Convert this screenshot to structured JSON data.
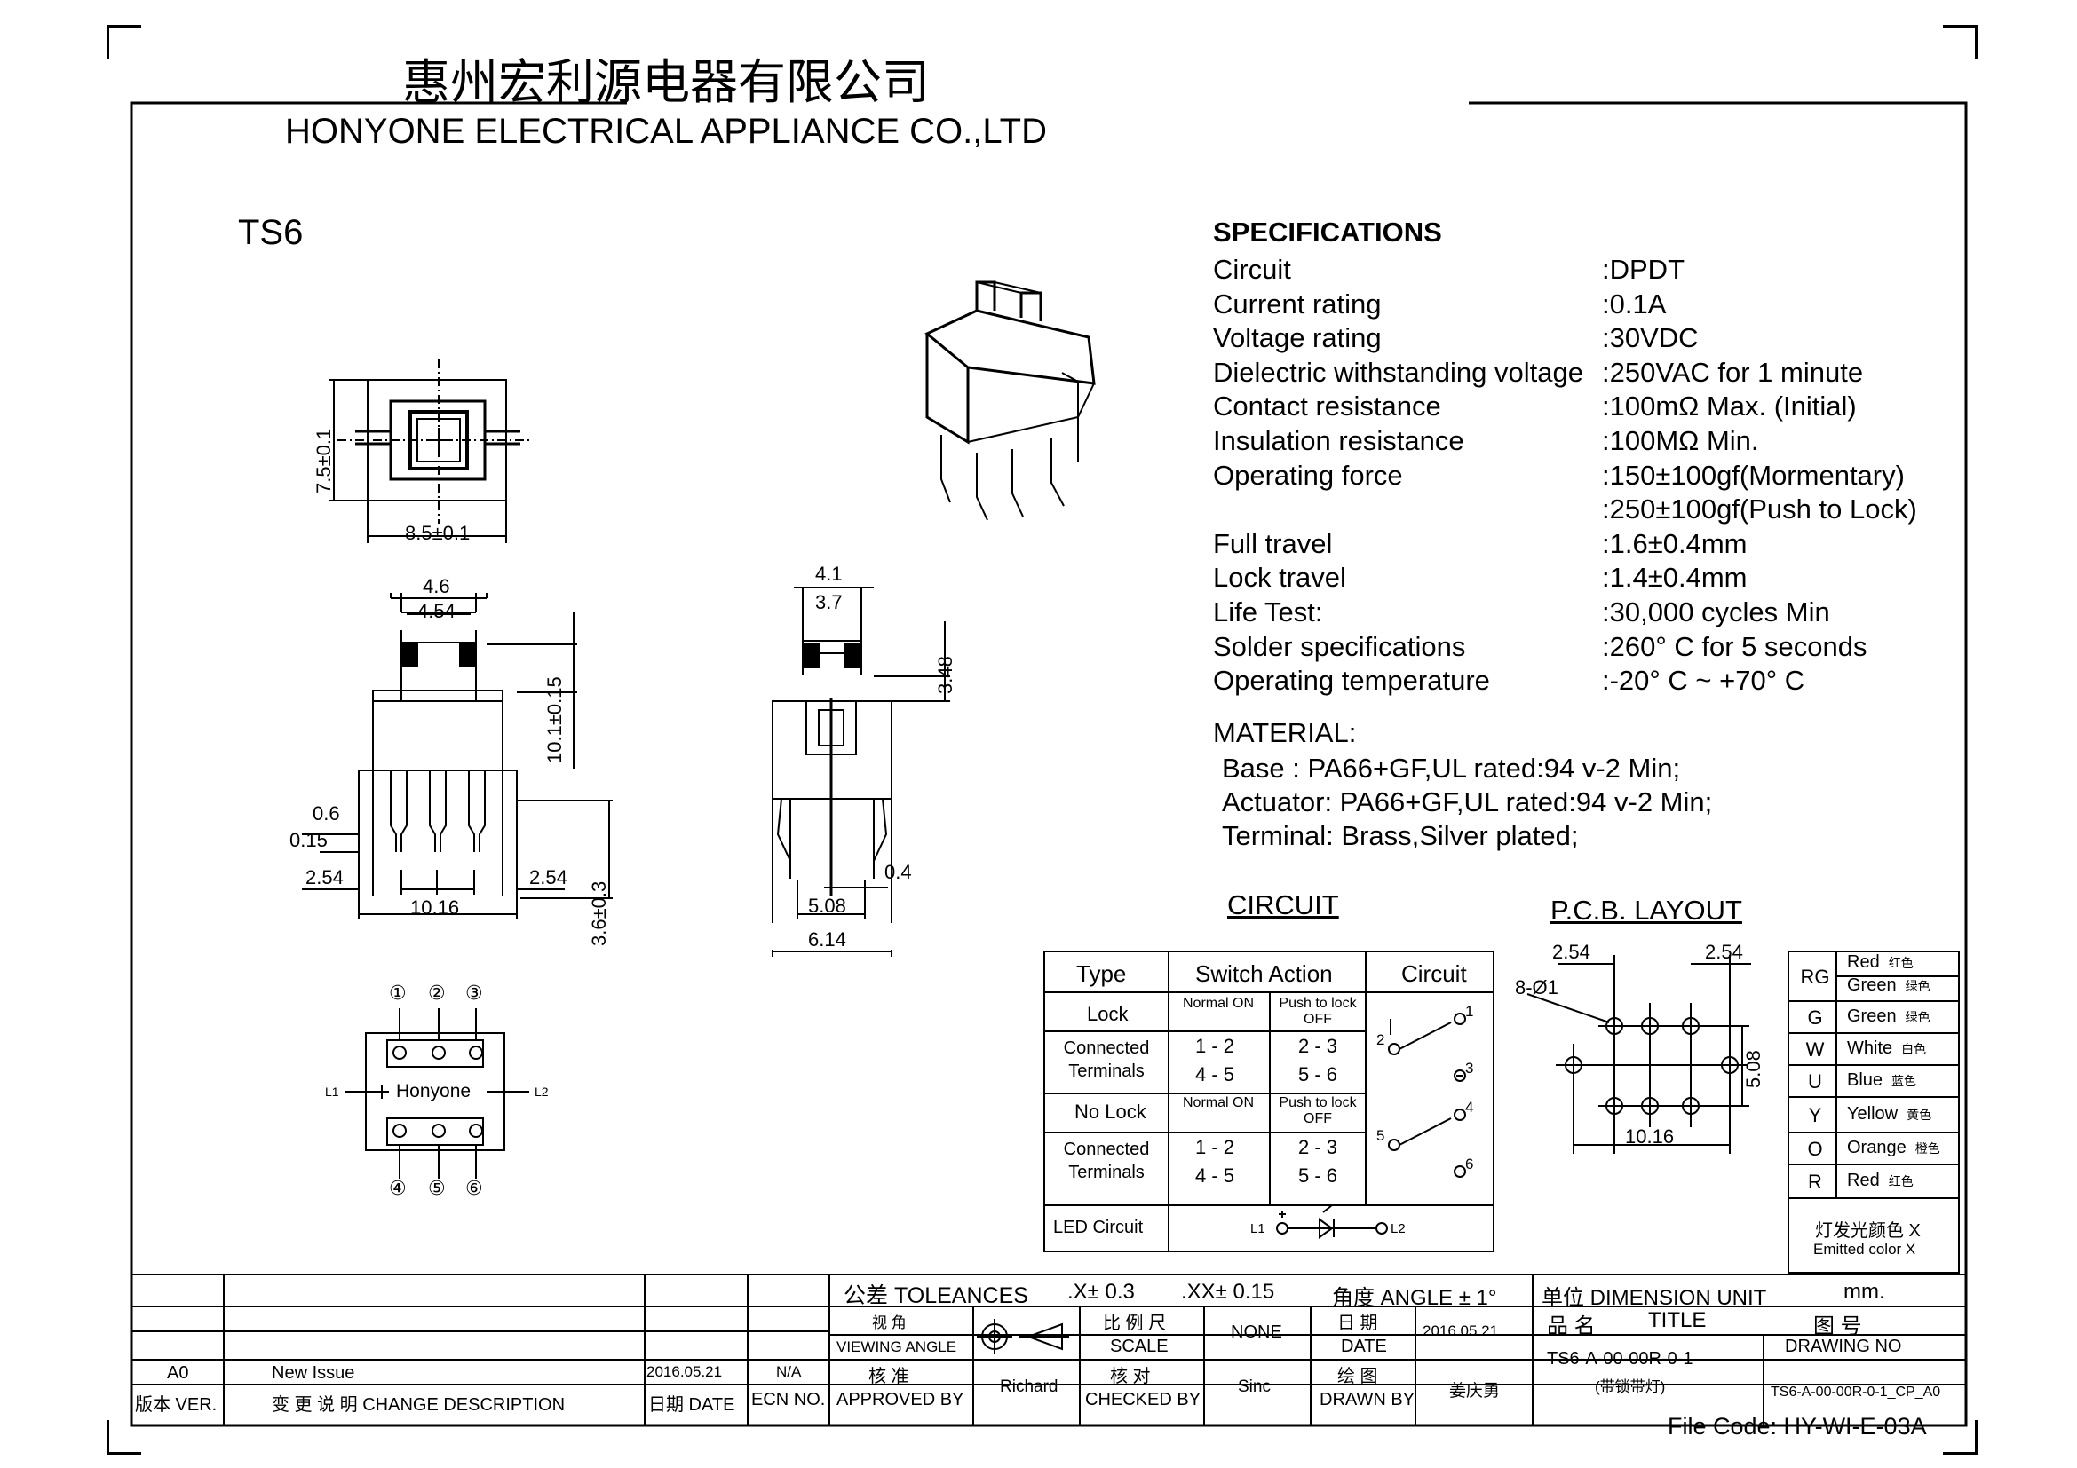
{
  "company": {
    "name_cn": "惠州宏利源电器有限公司",
    "name_en": "HONYONE  ELECTRICAL  APPLIANCE  CO.,LTD"
  },
  "model": "TS6",
  "specifications": {
    "heading": "SPECIFICATIONS",
    "rows": [
      {
        "label": "Circuit",
        "value": ":DPDT"
      },
      {
        "label": "Current rating",
        "value": ":0.1A"
      },
      {
        "label": "Voltage rating",
        "value": ":30VDC"
      },
      {
        "label": "Dielectric withstanding voltage",
        "value": ":250VAC for 1 minute"
      },
      {
        "label": "Contact resistance",
        "value": ":100mΩ   Max. (Initial)"
      },
      {
        "label": "Insulation resistance",
        "value": ":100MΩ   Min."
      },
      {
        "label": "Operating force",
        "value": ":150±100gf(Mormentary)"
      },
      {
        "label": "",
        "value": ":250±100gf(Push to Lock)"
      },
      {
        "label": "Full travel",
        "value": ":1.6±0.4mm"
      },
      {
        "label": "Lock travel",
        "value": ":1.4±0.4mm"
      },
      {
        "label": "Life Test:",
        "value": ":30,000 cycles Min"
      },
      {
        "label": "Solder specifications",
        "value": ":260° C for 5 seconds"
      },
      {
        "label": "Operating temperature",
        "value": ":-20° C ~ +70° C"
      }
    ]
  },
  "material": {
    "heading": "MATERIAL:",
    "items": [
      "Base : PA66+GF,UL rated:94 v-2 Min;",
      "Actuator: PA66+GF,UL rated:94 v-2 Min;",
      "Terminal: Brass,Silver plated;"
    ]
  },
  "dimensions": {
    "top_h": "7.5±0.1",
    "top_w": "8.5±0.1",
    "front_46": "4.6",
    "front_454": "4.54",
    "front_height": "10.1±0.15",
    "front_06": "0.6",
    "front_015": "0.15",
    "front_254_l": "2.54",
    "front_254_r": "2.54",
    "front_1016": "10.16",
    "front_pin": "3.6±0.3",
    "side_41": "4.1",
    "side_37": "3.7",
    "side_348": "3.48",
    "side_04": "0.4",
    "side_508": "5.08",
    "side_614": "6.14"
  },
  "bottom_view": {
    "pins_top": [
      "①",
      "②",
      "③"
    ],
    "pins_bottom": [
      "④",
      "⑤",
      "⑥"
    ],
    "brand": "Honyone",
    "l1": "L1",
    "l2": "L2"
  },
  "circuit": {
    "heading": "CIRCUIT",
    "headers": [
      "Type",
      "Switch Action",
      "Circuit"
    ],
    "lock": "Lock",
    "no_lock": "No Lock",
    "normal_on": "Normal ON",
    "push_to_lock_off": "Push to lock OFF",
    "connected_terminals": "Connected Terminals",
    "t12": "1 - 2",
    "t23": "2 - 3",
    "t45": "4 - 5",
    "t56": "5 - 6",
    "led_circuit": "LED Circuit",
    "led_l1": "L1",
    "led_l2": "L2",
    "term_nums": [
      "1",
      "2",
      "3",
      "4",
      "5",
      "6"
    ]
  },
  "pcb": {
    "heading": "P.C.B. LAYOUT",
    "d254_l": "2.54",
    "d254_r": "2.54",
    "holes": "8-Ø1",
    "d508": "5.08",
    "d1016": "10.16"
  },
  "led_colors": {
    "rows": [
      {
        "code": "RG",
        "lines": [
          [
            "Red",
            "红色"
          ],
          [
            "Green",
            "绿色"
          ]
        ]
      },
      {
        "code": "G",
        "lines": [
          [
            "Green",
            "绿色"
          ]
        ]
      },
      {
        "code": "W",
        "lines": [
          [
            "White",
            "白色"
          ]
        ]
      },
      {
        "code": "U",
        "lines": [
          [
            "Blue",
            "蓝色"
          ]
        ]
      },
      {
        "code": "Y",
        "lines": [
          [
            "Yellow",
            "黄色"
          ]
        ]
      },
      {
        "code": "O",
        "lines": [
          [
            "Orange",
            "橙色"
          ]
        ]
      },
      {
        "code": "R",
        "lines": [
          [
            "Red",
            "红色"
          ]
        ]
      }
    ],
    "note_cn": "灯发光颜色 X",
    "note_en": "Emitted color X"
  },
  "title_block": {
    "tolerances": "公差 TOLEANCES",
    "tol_x": ".X± 0.3",
    "tol_xx": ".XX± 0.15",
    "angle": "角度 ANGLE ± 1°",
    "unit": "单位  DIMENSION UNIT",
    "unit_val": "mm.",
    "viewing_angle_cn": "视 角",
    "viewing_angle": "VIEWING ANGLE",
    "scale_cn": "比 例 尺",
    "scale": "SCALE",
    "scale_val": "NONE",
    "date_cn": "日 期",
    "date": "DATE",
    "date_val": "2016.05.21",
    "title_cn": "品  名",
    "title": "TITLE",
    "drawing_no_cn": "图  号",
    "drawing_no": "DRAWING NO",
    "part_no": "TS6-A-00-00R-0-1",
    "part_desc": "(带锁带灯)",
    "drawing_no_val": "TS6-A-00-00R-0-1_CP_A0",
    "approved_cn": "核 准",
    "approved": "APPROVED BY",
    "approved_val": "Richard",
    "checked_cn": "核 对",
    "checked": "CHECKED BY",
    "checked_val": "Sinc",
    "drawn_cn": "绘 图",
    "drawn": "DRAWN BY",
    "drawn_val": "姜庆勇",
    "rev": "A0",
    "rev_desc": "New Issue",
    "rev_date": "2016.05.21",
    "rev_ecn": "N/A",
    "h_ver": "版本 VER.",
    "h_change": "变 更 说 明  CHANGE DESCRIPTION",
    "h_date": "日期 DATE",
    "h_ecn": "ECN NO."
  },
  "file_code": "File Code: HY-WI-E-03A"
}
